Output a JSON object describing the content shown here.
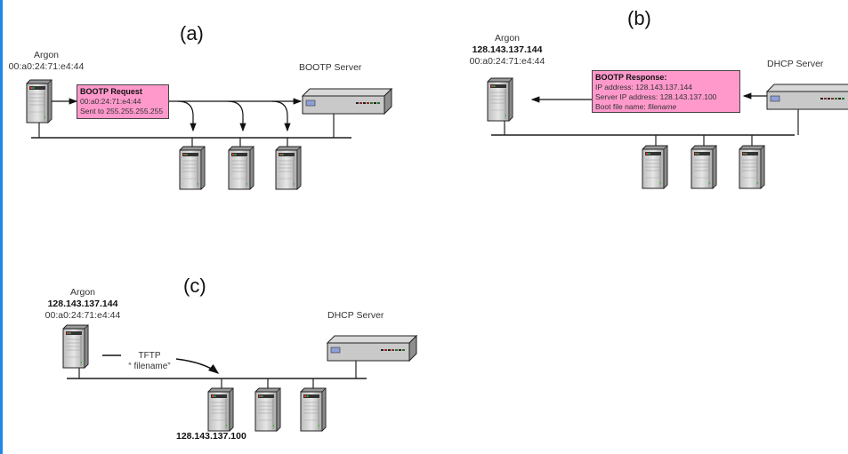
{
  "panels": {
    "a": {
      "title": "(a)",
      "client": {
        "name": "Argon",
        "mac": "00:a0:24:71:e4:44"
      },
      "server_label": "BOOTP Server",
      "message": {
        "title": "BOOTP Request",
        "lines": [
          "00:a0:24:71:e4:44",
          "Sent to 255.255.255.255"
        ]
      }
    },
    "b": {
      "title": "(b)",
      "client": {
        "name": "Argon",
        "ip": "128.143.137.144",
        "mac": "00:a0:24:71:e4:44"
      },
      "server_label": "DHCP Server",
      "message": {
        "title": "BOOTP  Response:",
        "lines": [
          "IP address: 128.143.137.144",
          "Server IP address: 128.143.137.100"
        ],
        "bootfile_prefix": "Boot file name: ",
        "bootfile_value": "filename"
      }
    },
    "c": {
      "title": "(c)",
      "client": {
        "name": "Argon",
        "ip": "128.143.137.144",
        "mac": "00:a0:24:71:e4:44"
      },
      "server_label": "DHCP Server",
      "transfer": {
        "protocol": "TFTP",
        "file": "“ filename”"
      },
      "tftp_server_ip": "128.143.137.100"
    }
  },
  "colors": {
    "message_box": "#ff99cc",
    "accent_bar": "#1e88e5"
  }
}
